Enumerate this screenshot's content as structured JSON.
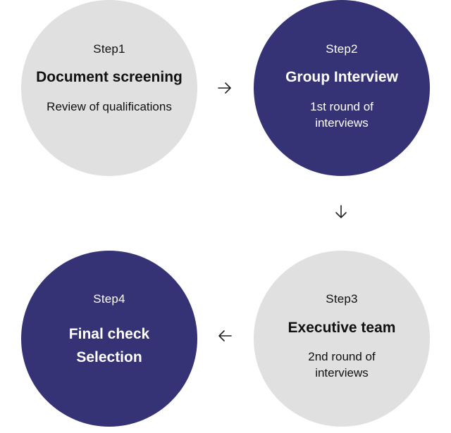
{
  "steps": [
    {
      "label": "Step1",
      "title": "Document screening",
      "description": "Review of qualifications"
    },
    {
      "label": "Step2",
      "title": "Group Interview",
      "description": "1st round of interviews"
    },
    {
      "label": "Step3",
      "title": "Executive team",
      "description": "2nd round of interviews"
    },
    {
      "label": "Step4",
      "title": "Final check Selection",
      "description": ""
    }
  ],
  "colors": {
    "light_circle": "#e0e0e0",
    "dark_circle": "#353375",
    "arrow": "#222222"
  },
  "icons": {
    "step1_to_step2": "arrow-right-icon",
    "step2_to_step3": "arrow-down-icon",
    "step3_to_step4": "arrow-left-icon"
  }
}
